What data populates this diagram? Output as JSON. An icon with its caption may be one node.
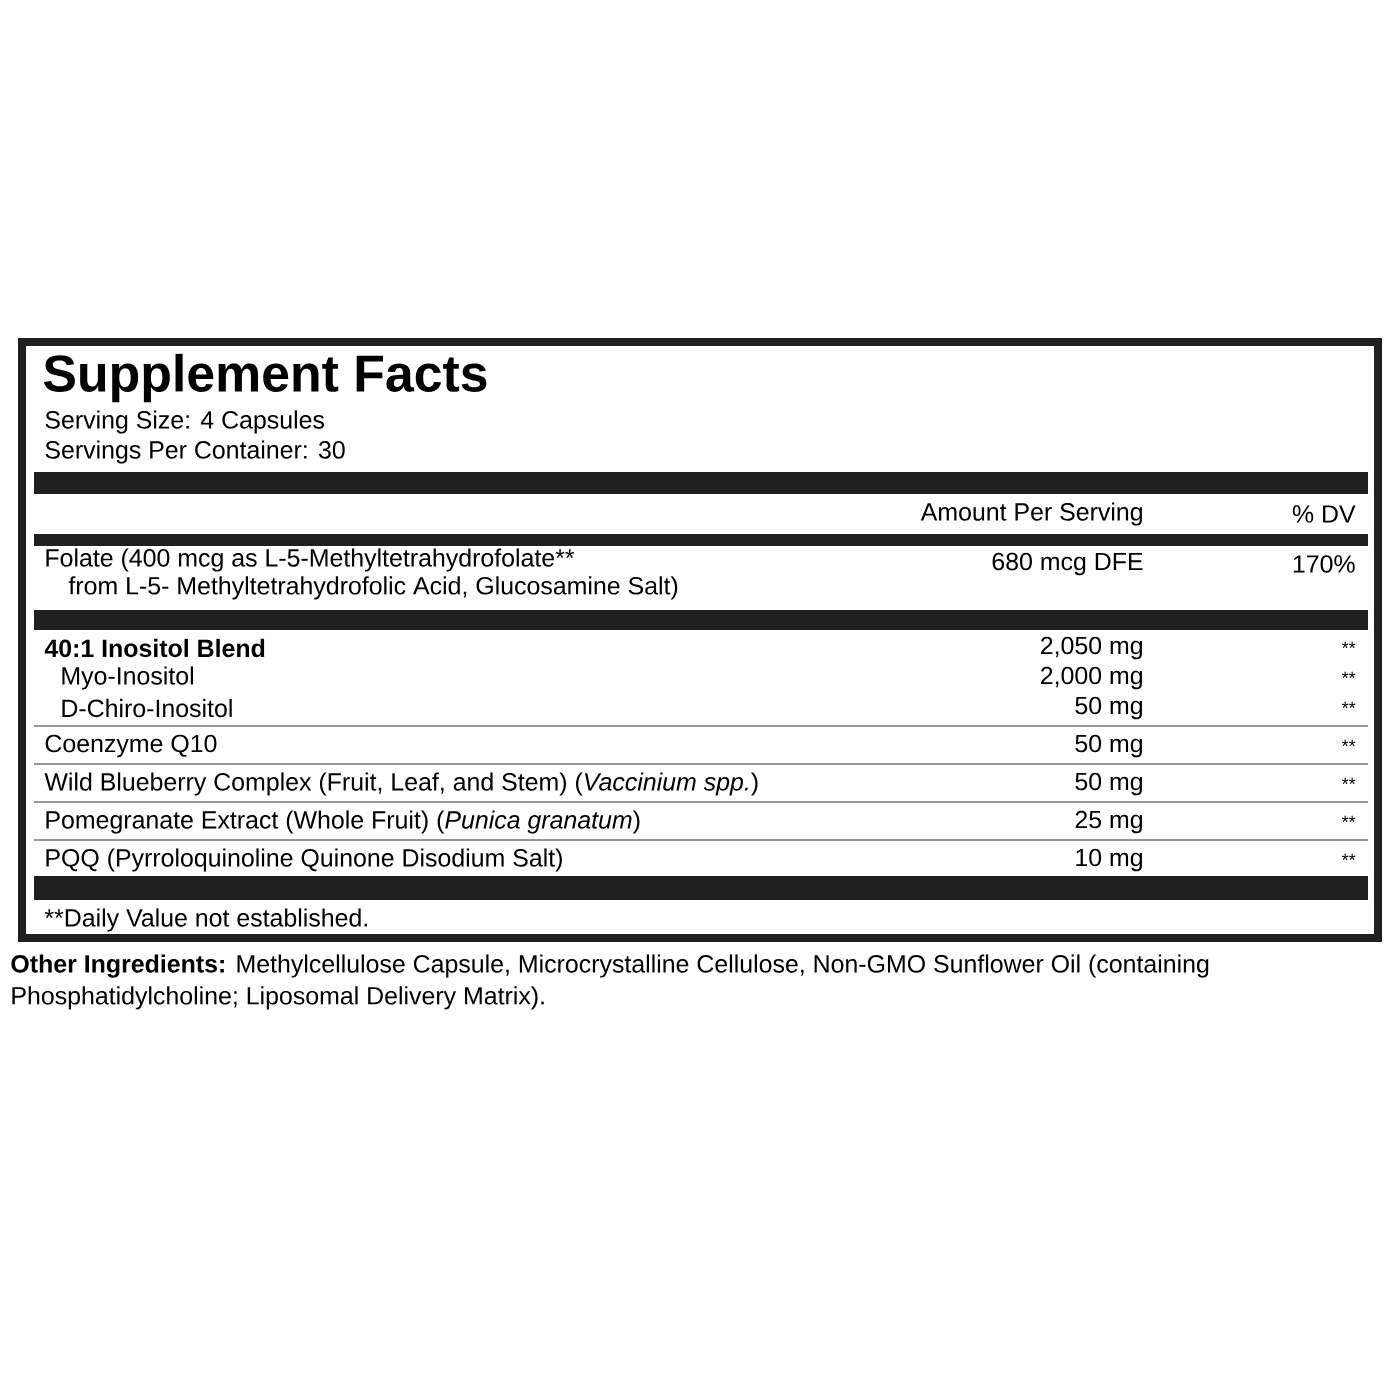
{
  "diagram": {
    "title": "Supplement Facts",
    "labels": [
      "Serving Size: 4 Capsules",
      "Servings Per Container: 30",
      "Amount Per Serving",
      "% DV",
      "Folate (400 mcg as L-5-Methyltetrahydrofolate** from L-5- Methyltetrahydrofolic Acid, Glucosamine Salt)",
      "680 mcg DFE",
      "170%",
      "40:1 Inositol Blend",
      "2,050 mg",
      "**",
      "Myo-Inositol",
      "2,000 mg",
      "**",
      "D-Chiro-Inositol",
      "50 mg",
      "**",
      "Coenzyme Q10",
      "50 mg",
      "**",
      "Wild Blueberry Complex (Fruit, Leaf, and Stem) (*Vaccinium spp.*)",
      "50 mg",
      "**",
      "Pomegranate Extract (Whole Fruit) (*Punica granatum*)",
      "25 mg",
      "**",
      "PQQ (Pyrroloquinoline Quinone Disodium Salt)",
      "10 mg",
      "**",
      "**Daily Value not established.",
      "**Other Ingredients:** Methylcellulose Capsule, Microcrystalline Cellulose, Non-GMO Sunflower Oil (containing Phosphatidylcholine; Liposomal Delivery Matrix)."
    ]
  }
}
